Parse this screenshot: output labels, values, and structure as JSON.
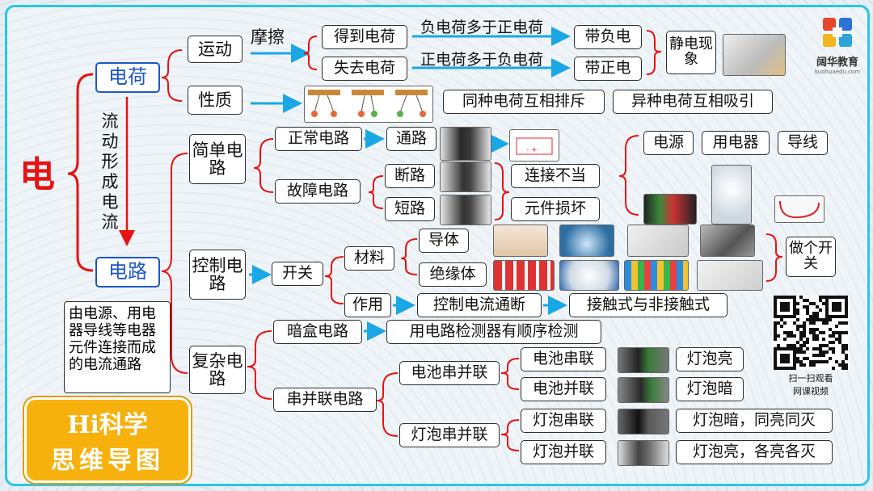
{
  "title": "电",
  "charge": {
    "label": "电荷",
    "motion": "运动",
    "friction": "摩擦",
    "gain": "得到电荷",
    "lose": "失去电荷",
    "neg_more": "负电荷多于正电荷",
    "pos_more": "正电荷多于负电荷",
    "neg_charged": "带负电",
    "pos_charged": "带正电",
    "static": "静电现象",
    "property": "性质",
    "repel": "同种电荷互相排斥",
    "attract": "异种电荷互相吸引"
  },
  "flow_text": "流动形成电流",
  "circuit": {
    "label": "电路",
    "definition": "由电源、用电器导线等电器元件连接而成的电流通路",
    "simple": "简单电路",
    "normal": "正常电路",
    "pass": "通路",
    "fault": "故障电路",
    "open": "断路",
    "short": "短路",
    "bad_connect": "连接不当",
    "damaged": "元件损坏",
    "source": "电源",
    "appliance": "用电器",
    "wire": "导线",
    "control": "控制电路",
    "switch": "开关",
    "material": "材料",
    "conductor": "导体",
    "insulator": "绝缘体",
    "make_switch": "做个开关",
    "function": "作用",
    "control_current": "控制电流通断",
    "contact": "接触式与非接触式",
    "complex": "复杂电路",
    "blackbox": "暗盒电路",
    "detect": "用电路检测器有顺序检测",
    "series_parallel": "串并联电路",
    "battery_sp": "电池串并联",
    "battery_series": "电池串联",
    "battery_parallel": "电池并联",
    "bright": "灯泡亮",
    "dim": "灯泡暗",
    "bulb_sp": "灯泡串并联",
    "bulb_series": "灯泡串联",
    "bulb_parallel": "灯泡并联",
    "bulb_series_result": "灯泡暗，同亮同灭",
    "bulb_parallel_result": "灯泡亮，各亮各灭"
  },
  "badge": {
    "line1": "Hi科学",
    "line2": "思维导图"
  },
  "logo": {
    "name": "阔华教育",
    "url": "kuohuaedu.com"
  },
  "qr_caption": {
    "line1": "扫一扫观看",
    "line2": "网课视频"
  },
  "colors": {
    "frame": "#27c7e3",
    "arrow": "#1aa7e6",
    "brace": "#e81212",
    "node_blue": "#1d57c7",
    "badge": "#f7b10d"
  }
}
